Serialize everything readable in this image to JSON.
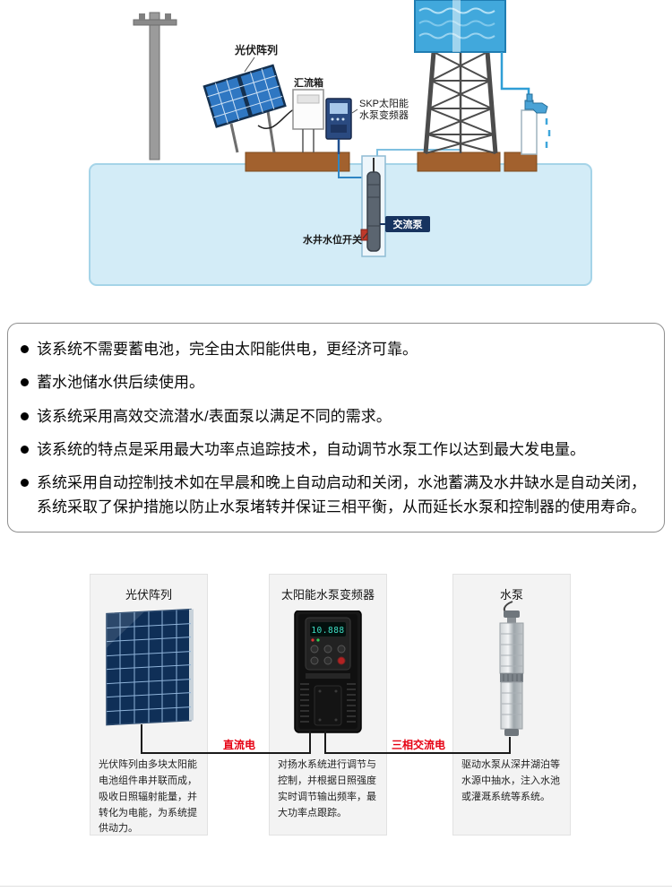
{
  "diagram": {
    "labels": {
      "pv_array": "光伏阵列",
      "combiner_box": "汇流箱",
      "inverter_line1": "SKP太阳能",
      "inverter_line2": "水泵变频器",
      "ac_pump": "交流泵",
      "water_level_switch": "水井水位开关"
    }
  },
  "features": {
    "items": [
      "该系统不需要蓄电池，完全由太阳能供电，更经济可靠。",
      "蓄水池储水供后续使用。",
      "该系统采用高效交流潜水/表面泵以满足不同的需求。",
      "该系统的特点是采用最大功率点追踪技术，自动调节水泵工作以达到最大发电量。",
      "系统采用自动控制技术如在早晨和晚上自动启动和关闭，水池蓄满及水井缺水是自动关闭，系统采取了保护措施以防止水泵堵转并保证三相平衡，从而延长水泵和控制器的使用寿命。"
    ]
  },
  "components": {
    "cards": [
      {
        "title": "光伏阵列",
        "description": "光伏阵列由多块太阳能电池组件串并联而成，吸收日照辐射能量，并转化为电能，为系统提供动力。"
      },
      {
        "title": "太阳能水泵变频器",
        "display_value": "10.888",
        "description": "对扬水系统进行调节与控制，并根据日照强度实时调节输出频率，最大功率点跟踪。"
      },
      {
        "title": "水泵",
        "description": "驱动水泵从深井湖泊等水源中抽水，注入水池或灌溉系统等系统。"
      }
    ],
    "connections": [
      {
        "label": "直流电",
        "color": "#e60012"
      },
      {
        "label": "三相交流电",
        "color": "#e60012"
      }
    ]
  },
  "colors": {
    "accent_red": "#e60012",
    "tank_water": "#41a8dc",
    "underground_water": "#d3ecf7",
    "soil": "#a2612e",
    "panel_blue": "#2f77c2",
    "card_background": "#f3f3f3"
  }
}
